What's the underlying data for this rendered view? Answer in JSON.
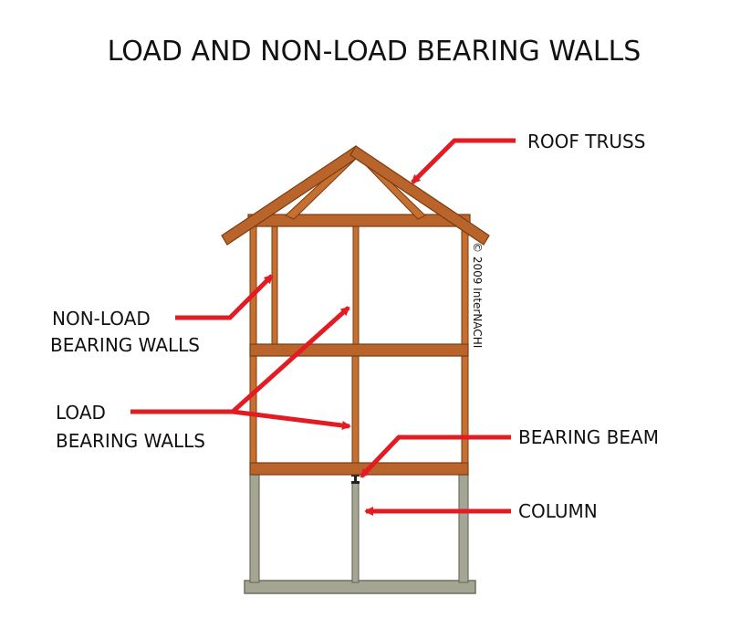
{
  "title": "LOAD AND NON-LOAD BEARING WALLS",
  "labels": {
    "roof_truss": "ROOF TRUSS",
    "non_load_line1": "NON-LOAD",
    "non_load_line2": "BEARING WALLS",
    "load_line1": "LOAD",
    "load_line2": "BEARING WALLS",
    "bearing_beam": "BEARING BEAM",
    "column": "COLUMN"
  },
  "copyright": "© 2009 InterNACHI",
  "colors": {
    "arrow": "#e31b23",
    "wood": "#b9642a",
    "wood_dark": "#7a3c12",
    "concrete": "#a5a593",
    "concrete_dark": "#6f6f60",
    "text": "#111111"
  }
}
